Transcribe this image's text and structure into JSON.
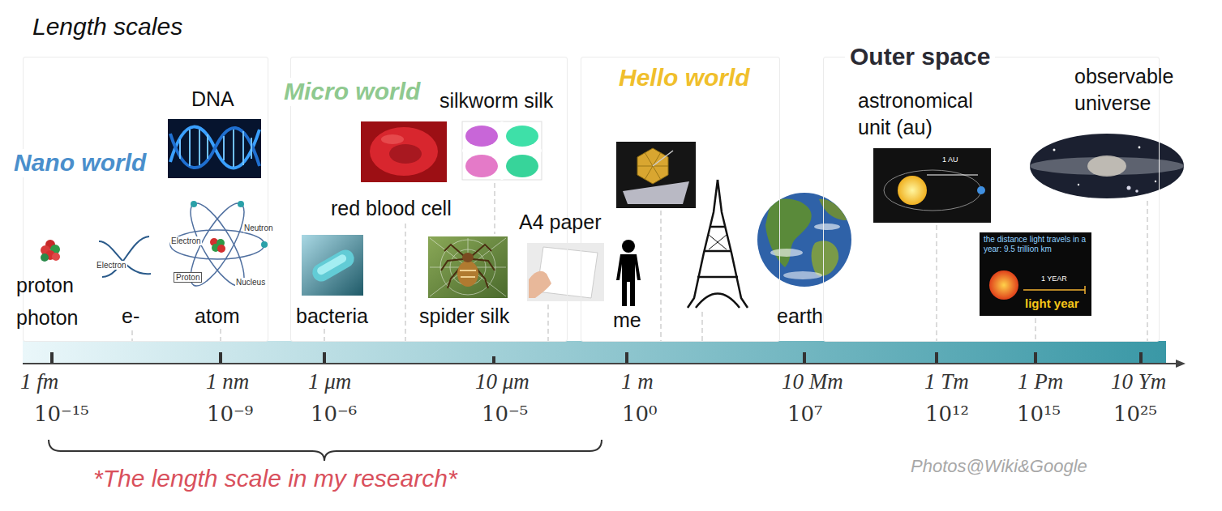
{
  "diagram": {
    "title": "Length scales",
    "nodes": [
      {
        "text": [
          "Nano world"
        ]
      },
      {
        "text": [
          "Micro world"
        ]
      },
      {
        "text": [
          "Hello world"
        ]
      },
      {
        "text": [
          "Outer space"
        ]
      }
    ],
    "labels": [
      "DNA",
      "proton",
      "photon",
      "Electron",
      "e-",
      "Electron",
      "Neutron",
      "Proton",
      "Nucleus",
      "atom",
      "silkworm silk",
      "red blood cell",
      "bacteria",
      "spider silk",
      "A4 paper",
      "me",
      "earth",
      "astronomical unit (au)",
      "1 AU",
      "observable universe",
      "the distance light travels in a year: 9.5 trillion km",
      "1 YEAR",
      "light year",
      "1 fm",
      "10⁻¹⁵",
      "1 nm",
      "10⁻⁹",
      "1 μm",
      "10⁻⁶",
      "10 μm",
      "10⁻⁵",
      "1 m",
      "10⁰",
      "10 Mm",
      "10⁷",
      "1 Tm",
      "10¹²",
      "1 Pm",
      "10¹⁵",
      "10 Ym",
      "10²⁵",
      "*The length scale in my research*",
      "Photos@Wiki&Google"
    ]
  }
}
